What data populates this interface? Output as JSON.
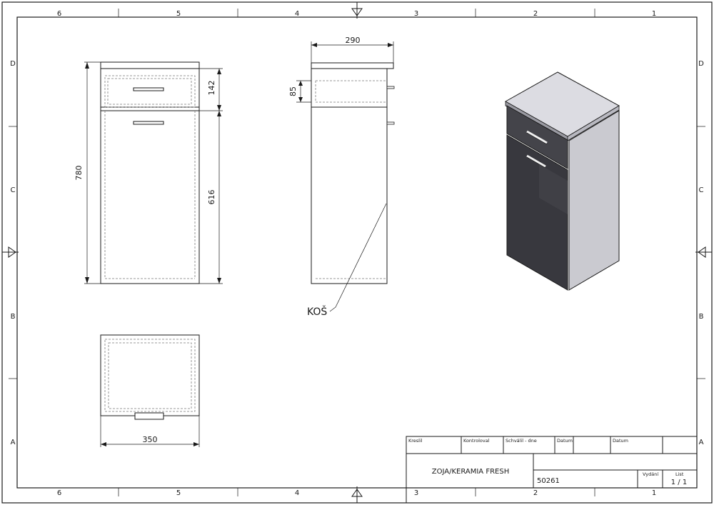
{
  "zones": {
    "columns": [
      "6",
      "5",
      "4",
      "3",
      "2",
      "1"
    ],
    "rows": [
      "D",
      "C",
      "B",
      "A"
    ]
  },
  "dimensions": {
    "front_height": "780",
    "drawer_height": "142",
    "door_height": "616",
    "side_depth": "290",
    "side_drawer": "85",
    "top_width": "350"
  },
  "callout": {
    "label": "KOŠ"
  },
  "title_block": {
    "drawn_label": "Kreslil",
    "checked_label": "Kontroloval",
    "approved_label": "Schválil - dne",
    "date_label_1": "Datum",
    "date_label_2": "Datum",
    "project": "ZOJA/KERAMIA FRESH",
    "drawing_number": "50261",
    "issue_label": "Vydání",
    "sheet_label": "List",
    "sheet_value": "1 / 1"
  },
  "colors": {
    "line": "#1a1a1a",
    "cabinet_top": "#d9d9de",
    "cabinet_front": "#3b3b40",
    "cabinet_side": "#c9c9cf"
  }
}
